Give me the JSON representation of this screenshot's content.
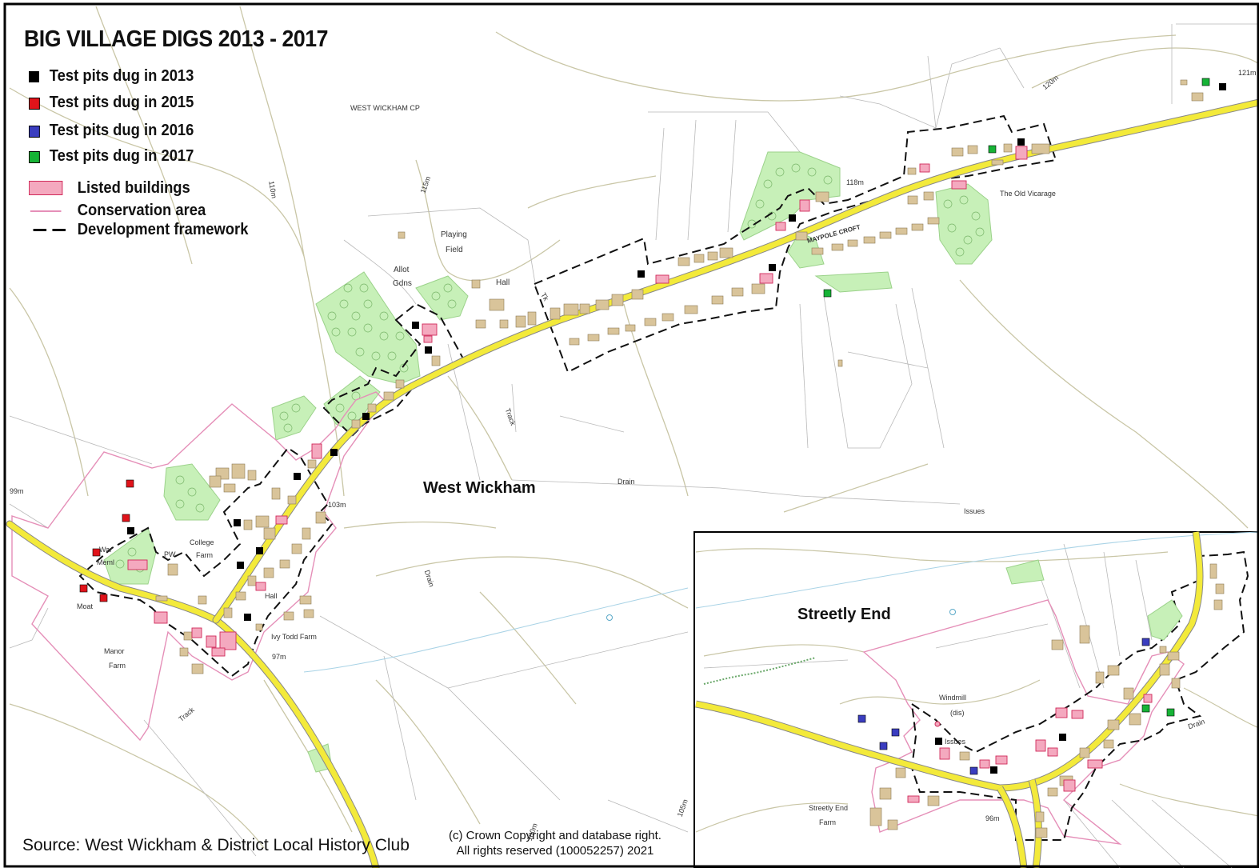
{
  "title": "BIG VILLAGE DIGS 2013 - 2017",
  "legend": {
    "pits_2013": "Test pits dug in 2013",
    "pits_2015": "Test pits dug in 2015",
    "pits_2016": "Test pits dug in 2016",
    "pits_2017": "Test pits dug in 2017",
    "listed": "Listed buildings",
    "conservation": "Conservation area",
    "framework": "Development framework"
  },
  "colors": {
    "pit_2013": "#000000",
    "pit_2015": "#e0131a",
    "pit_2016": "#3a3dbf",
    "pit_2017": "#16b336",
    "listed_fill": "#f4a9bf",
    "listed_stroke": "#d02a5a",
    "conservation": "#e58fb8",
    "road": "#f3ea3a",
    "woodland": "#c7f0b8",
    "building": "#d9c49a"
  },
  "map_labels": {
    "west_wickham_cp": "WEST WICKHAM CP",
    "playing": "Playing",
    "field": "Field",
    "allot": "Allot",
    "gdns": "Gdns",
    "hall_1": "Hall",
    "hall_2": "Hall",
    "tk": "Tk",
    "c110": "110m",
    "c115": "115m",
    "c120": "120m",
    "c121": "121m",
    "c118": "118m",
    "c103": "103m",
    "c99": "99m",
    "c97": "97m",
    "c96": "96m",
    "c100": "100m",
    "c105": "105m",
    "mayfield_ctyd": "MAYPOLE CROFT",
    "old_vicarage": "The Old Vicarage",
    "west_wickham": "West Wickham",
    "track_1": "Track",
    "track_2": "Track",
    "drain_1": "Drain",
    "drain_2": "Drain",
    "drain_3": "Drain",
    "issues_1": "Issues",
    "issues_2": "Issues",
    "war": "War",
    "meml": "Meml",
    "pw": "PW",
    "college": "College",
    "farm_college": "Farm",
    "moat": "Moat",
    "manor": "Manor",
    "farm_manor": "Farm",
    "ivy_todd": "Ivy Todd Farm",
    "streetly_end": "Streetly End",
    "windmill": "Windmill",
    "dis": "(dis)",
    "streetly_end_farm": "Streetly End",
    "farm_streetly": "Farm"
  },
  "source": "Source: West Wickham & District Local History Club",
  "copyright_line1": "(c) Crown Copyright and database right.",
  "copyright_line2": "All rights reserved (100052257) 2021"
}
